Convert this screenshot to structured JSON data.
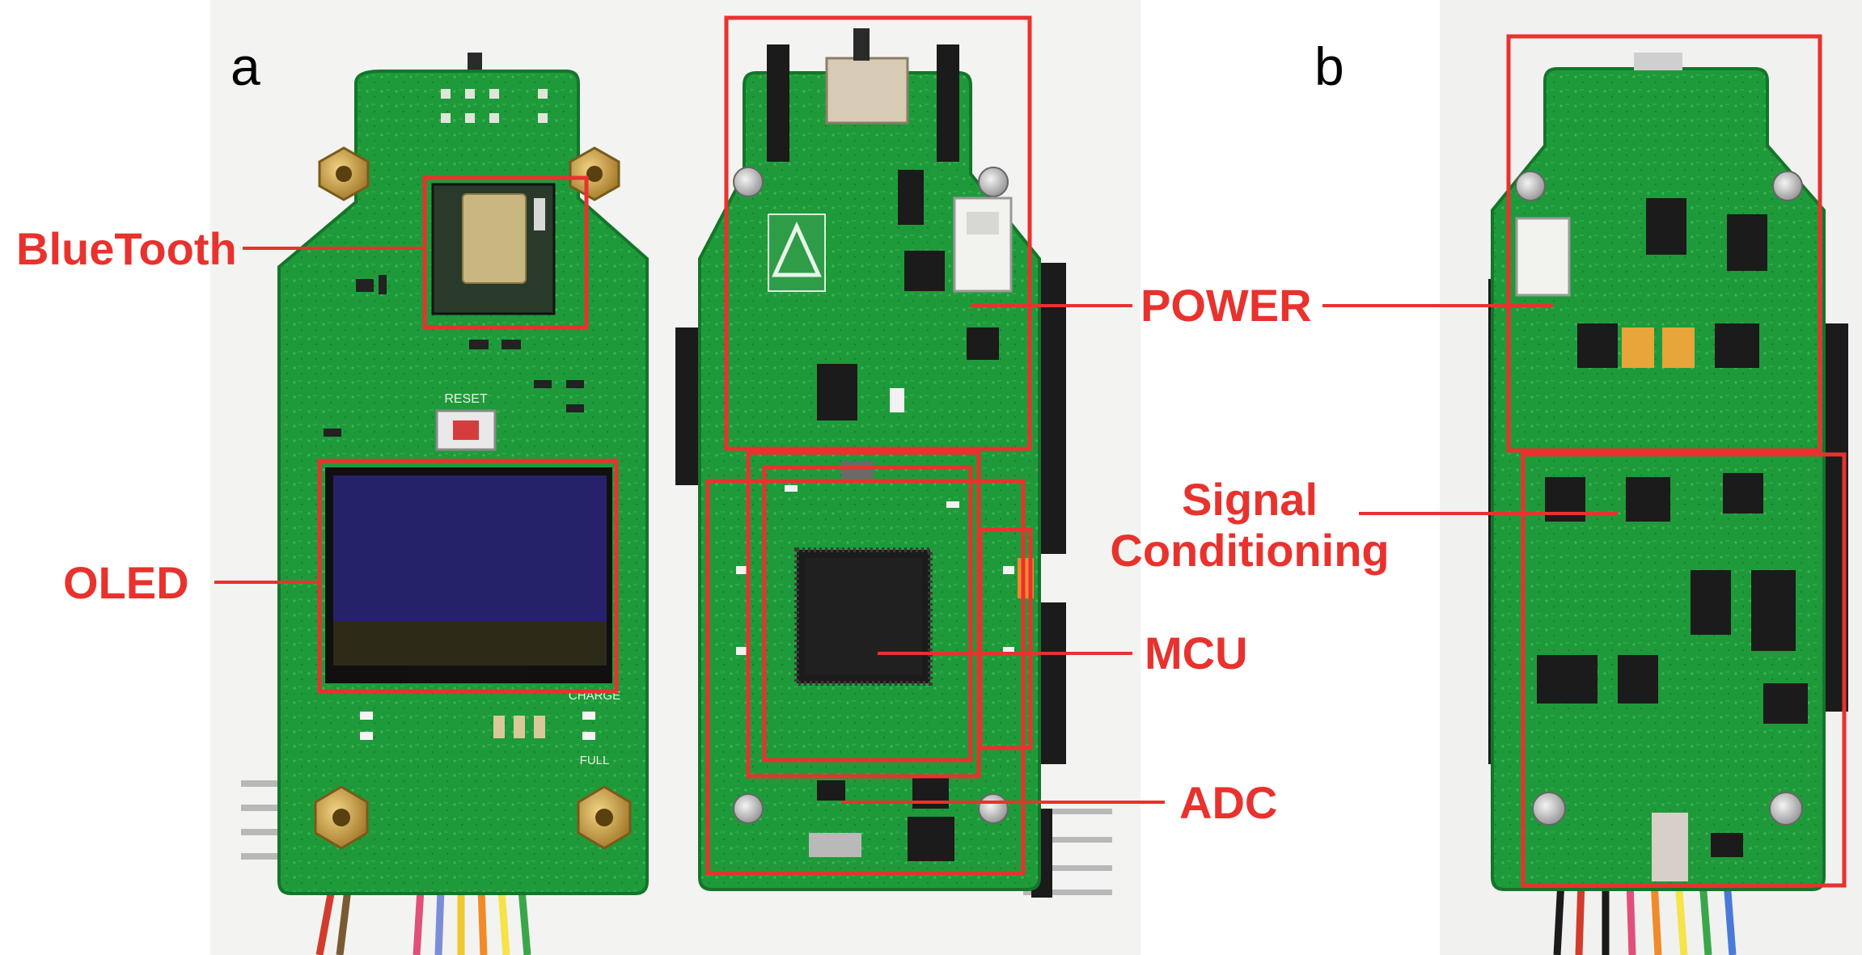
{
  "panels": {
    "a": "a",
    "b": "b"
  },
  "labels": {
    "bluetooth": "BlueTooth",
    "oled": "OLED",
    "power": "POWER",
    "signal_line1": "Signal",
    "signal_line2": "Conditioning",
    "mcu": "MCU",
    "adc": "ADC"
  },
  "silkscreen": {
    "reset": "RESET",
    "full": "FULL",
    "charge": "CHARGE"
  },
  "colors": {
    "pcb_green": "#1f9a3a",
    "pcb_dark": "#14752a",
    "annotation_red": "#e8322e",
    "oled_screen": "#26226a",
    "chip_black": "#1b1b1b",
    "brass": "#c69a3a"
  }
}
